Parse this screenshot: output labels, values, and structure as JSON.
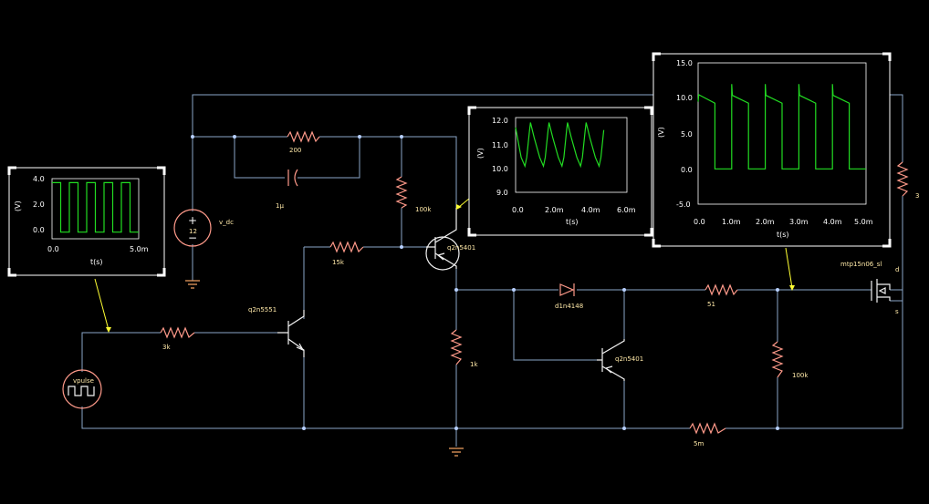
{
  "components": {
    "v_dc": {
      "name": "v_dc",
      "value": "12"
    },
    "r200": "200",
    "c1": "1µ",
    "r100k_top": "100k",
    "q_top": "q2n5401",
    "r15k": "15k",
    "q_left": "q2n5551",
    "r3k": "3k",
    "vpulse": "vpulse",
    "r1k": "1k",
    "diode": "d1n4148",
    "q_mid": "q2n5401",
    "r51": "51",
    "r100k_right": "100k",
    "r5m": "5m",
    "r3": "3",
    "mosfet": "mtp15n06_sl",
    "mosfet_d": "d",
    "mosfet_s": "s"
  },
  "plots": {
    "left": {
      "ylabel": "(V)",
      "xlabel": "t(s)",
      "yticks": [
        "4.0",
        "2.0",
        "0.0"
      ],
      "xticks": [
        "0.0",
        "5.0m"
      ]
    },
    "middle": {
      "ylabel": "(V)",
      "xlabel": "t(s)",
      "yticks": [
        "12.0",
        "11.0",
        "10.0",
        "9.0"
      ],
      "xticks": [
        "0.0",
        "2.0m",
        "4.0m",
        "6.0m"
      ]
    },
    "right": {
      "ylabel": "(V)",
      "xlabel": "t(s)",
      "yticks": [
        "15.0",
        "10.0",
        "5.0",
        "0.0",
        "-5.0"
      ],
      "xticks": [
        "0.0",
        "1.0m",
        "2.0m",
        "3.0m",
        "4.0m",
        "5.0m"
      ]
    }
  },
  "chart_data": [
    {
      "type": "line",
      "ylabel": "(V)",
      "xlabel": "t(s)",
      "xlim": [
        0,
        0.005
      ],
      "ylim": [
        -0.5,
        4.0
      ],
      "series": [
        {
          "values_desc": "square wave 0 to 3.7 V, 5 periods over 5 ms",
          "x": [
            0,
            0.0005,
            0.0005,
            0.001,
            0.001,
            0.0015,
            0.0015,
            0.002,
            0.002,
            0.0025,
            0.0025,
            0.003,
            0.003,
            0.0035,
            0.0035,
            0.004,
            0.004,
            0.0045,
            0.0045,
            0.005
          ],
          "y": [
            3.7,
            3.7,
            0,
            0,
            3.7,
            3.7,
            0,
            0,
            3.7,
            3.7,
            0,
            0,
            3.7,
            3.7,
            0,
            0,
            3.7,
            3.7,
            0,
            0
          ]
        }
      ]
    },
    {
      "type": "line",
      "ylabel": "(V)",
      "xlabel": "t(s)",
      "xlim": [
        0,
        0.006
      ],
      "ylim": [
        9.0,
        12.0
      ],
      "series": [
        {
          "x": [
            0,
            0.0001,
            0.0003,
            0.0005,
            0.0006,
            0.00075,
            0.0008,
            0.001,
            0.0013,
            0.0015,
            0.0016,
            0.00175,
            0.0018,
            0.002,
            0.0023,
            0.0025,
            0.0026,
            0.00275,
            0.0028,
            0.003,
            0.0033,
            0.0035,
            0.0036,
            0.00375,
            0.0038,
            0.004,
            0.0043,
            0.0045,
            0.0046,
            0.00475
          ],
          "y": [
            11.6,
            11.2,
            10.4,
            10.05,
            10.4,
            11.5,
            11.8,
            11.2,
            10.4,
            10.05,
            10.4,
            11.5,
            11.8,
            11.2,
            10.4,
            10.05,
            10.4,
            11.5,
            11.8,
            11.2,
            10.4,
            10.05,
            10.4,
            11.5,
            11.8,
            11.2,
            10.4,
            10.05,
            10.4,
            11.5
          ]
        }
      ]
    },
    {
      "type": "line",
      "ylabel": "(V)",
      "xlabel": "t(s)",
      "xlim": [
        0,
        0.005
      ],
      "ylim": [
        -5.0,
        15.0
      ],
      "series": [
        {
          "x": [
            0,
            2e-05,
            0.0005,
            0.0005,
            0.001,
            0.001,
            0.00102,
            0.0015,
            0.0015,
            0.002,
            0.002,
            0.00202,
            0.0025,
            0.0025,
            0.003,
            0.003,
            0.00302,
            0.0035,
            0.0035,
            0.004,
            0.004,
            0.00402,
            0.0045,
            0.0045,
            0.005
          ],
          "y": [
            9.5,
            10.5,
            9.3,
            0,
            0,
            12.0,
            10.4,
            9.3,
            0,
            0,
            12.0,
            10.4,
            9.3,
            0,
            0,
            12.0,
            10.4,
            9.3,
            0,
            0,
            12.0,
            10.4,
            9.3,
            0,
            0
          ]
        }
      ]
    }
  ]
}
